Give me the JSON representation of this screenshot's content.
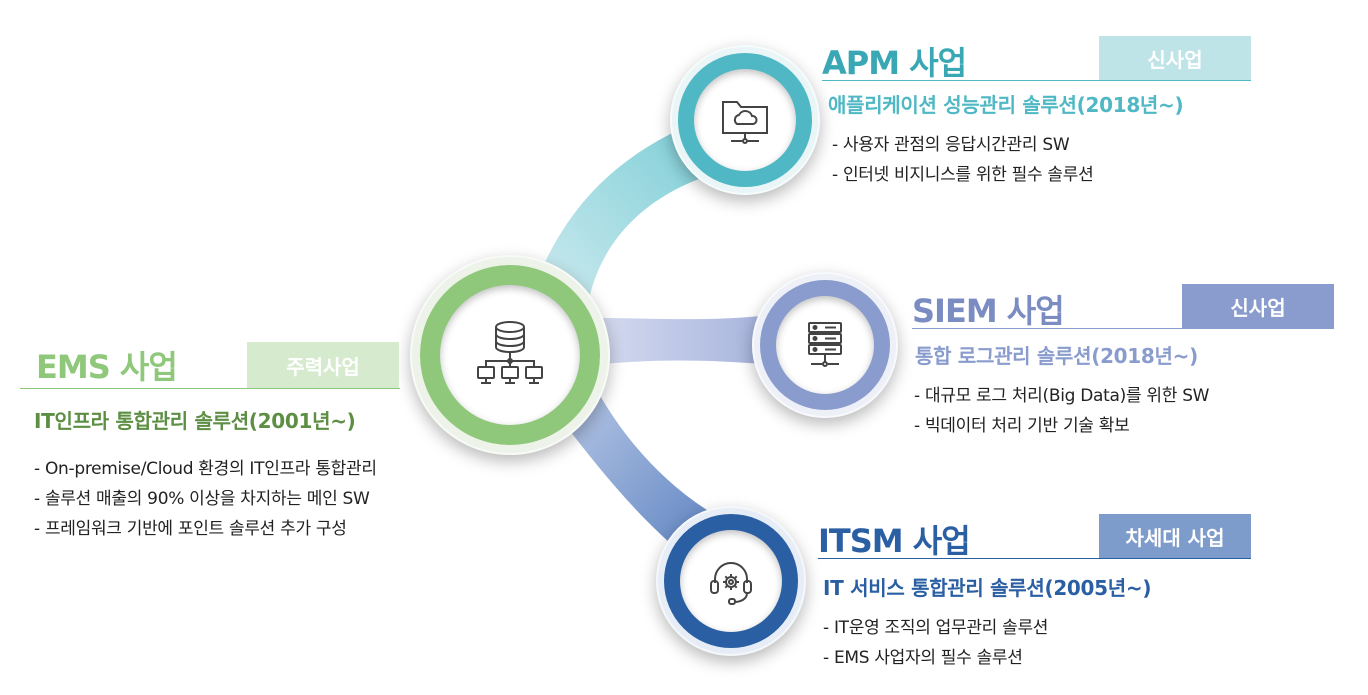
{
  "colors": {
    "ems": "#8fc87a",
    "apm": "#4fb8c4",
    "siem": "#8a9ccd",
    "itsm": "#2b5fa3"
  },
  "center": {
    "icon": "server-network-icon"
  },
  "ems": {
    "title": "EMS 사업",
    "badge": "주력사업",
    "subtitle": "IT인프라 통합관리 솔루션(2001년~)",
    "bullets": [
      "- On-premise/Cloud 환경의 IT인프라 통합관리",
      "- 솔루션 매출의 90% 이상을 차지하는 메인 SW",
      "- 프레임워크 기반에 포인트 솔루션 추가 구성"
    ]
  },
  "apm": {
    "title": "APM 사업",
    "badge": "신사업",
    "subtitle": "애플리케이션 성능관리 솔루션(2018년~)",
    "icon": "cloud-folder-icon",
    "bullets": [
      "- 사용자 관점의 응답시간관리 SW",
      "- 인터넷 비지니스를 위한 필수 솔루션"
    ]
  },
  "siem": {
    "title": "SIEM 사업",
    "badge": "신사업",
    "subtitle": "통합 로그관리 솔루션(2018년~)",
    "icon": "server-rack-icon",
    "bullets": [
      "- 대규모 로그 처리(Big Data)를 위한 SW",
      "- 빅데이터 처리 기반 기술 확보"
    ]
  },
  "itsm": {
    "title": "ITSM 사업",
    "badge": "차세대 사업",
    "subtitle": "IT 서비스 통합관리 솔루션(2005년~)",
    "icon": "headset-gear-icon",
    "bullets": [
      "- IT운영 조직의 업무관리 솔루션",
      "- EMS 사업자의 필수 솔루션"
    ]
  }
}
